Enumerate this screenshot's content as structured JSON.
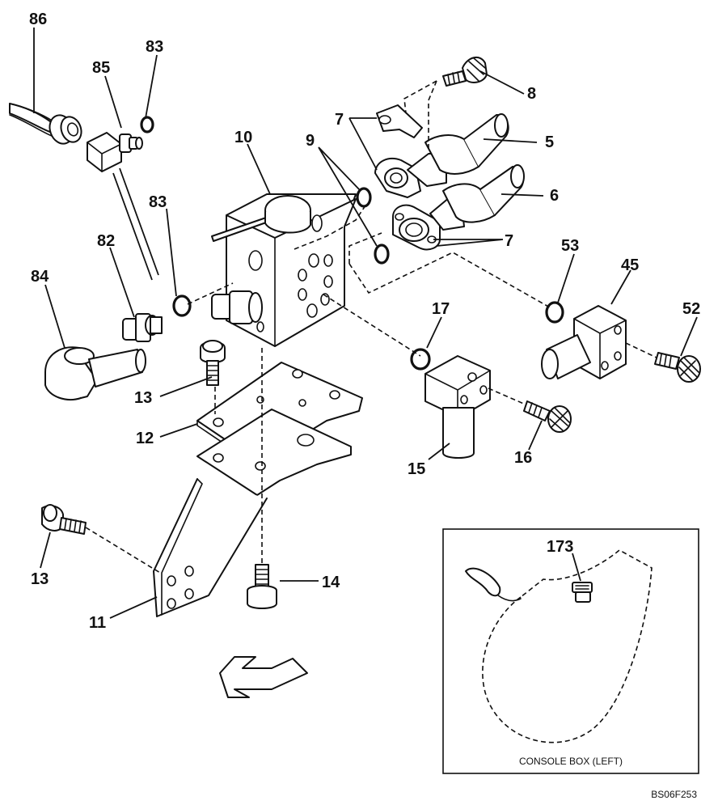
{
  "callouts": {
    "c86": "86",
    "c85": "85",
    "c83a": "83",
    "c83b": "83",
    "c82": "82",
    "c84": "84",
    "c10": "10",
    "c9": "9",
    "c7a": "7",
    "c7b": "7",
    "c8": "8",
    "c5": "5",
    "c6": "6",
    "c53": "53",
    "c45": "45",
    "c52": "52",
    "c17": "17",
    "c13a": "13",
    "c13b": "13",
    "c12": "12",
    "c15": "15",
    "c16": "16",
    "c14": "14",
    "c11": "11",
    "c173": "173"
  },
  "inset": {
    "caption": "CONSOLE BOX (LEFT)"
  },
  "reference_code": "BS06F253"
}
